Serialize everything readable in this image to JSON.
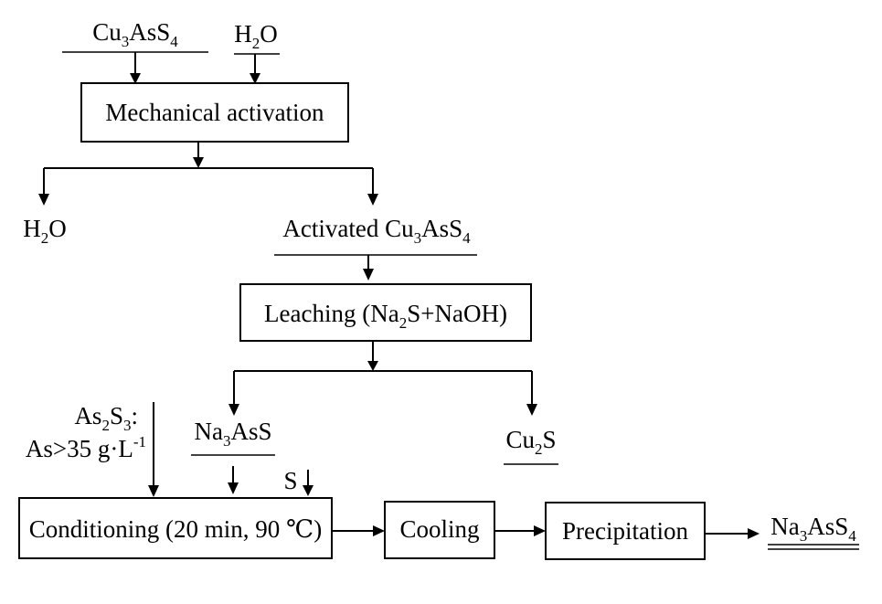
{
  "nodes": {
    "cu3ass4_in": [
      "Cu",
      {
        "sub": "3"
      },
      "AsS",
      {
        "sub": "4"
      }
    ],
    "h2o_in": [
      "H",
      {
        "sub": "2"
      },
      "O"
    ],
    "mech_act": [
      "Mechanical activation"
    ],
    "h2o_out": [
      "H",
      {
        "sub": "2"
      },
      "O"
    ],
    "activated": [
      "Activated Cu",
      {
        "sub": "3"
      },
      "AsS",
      {
        "sub": "4"
      }
    ],
    "leaching": [
      "Leaching (Na",
      {
        "sub": "2"
      },
      "S+NaOH)"
    ],
    "as2s3_line1": [
      "As",
      {
        "sub": "2"
      },
      "S",
      {
        "sub": "3"
      },
      ":"
    ],
    "as2s3_line2": [
      "As>35 g·L",
      {
        "sup": "-1"
      }
    ],
    "na3ass": [
      "Na",
      {
        "sub": "3"
      },
      "AsS"
    ],
    "cu2s": [
      "Cu",
      {
        "sub": "2"
      },
      "S"
    ],
    "s_in": [
      "S"
    ],
    "conditioning": [
      "Conditioning (20 min, 90 ℃)"
    ],
    "cooling": [
      "Cooling"
    ],
    "precipitation": [
      "Precipitation"
    ],
    "product": [
      "Na",
      {
        "sub": "3"
      },
      "AsS",
      {
        "sub": "4"
      }
    ]
  },
  "colors": {
    "stroke": "#000000",
    "background": "#ffffff"
  }
}
